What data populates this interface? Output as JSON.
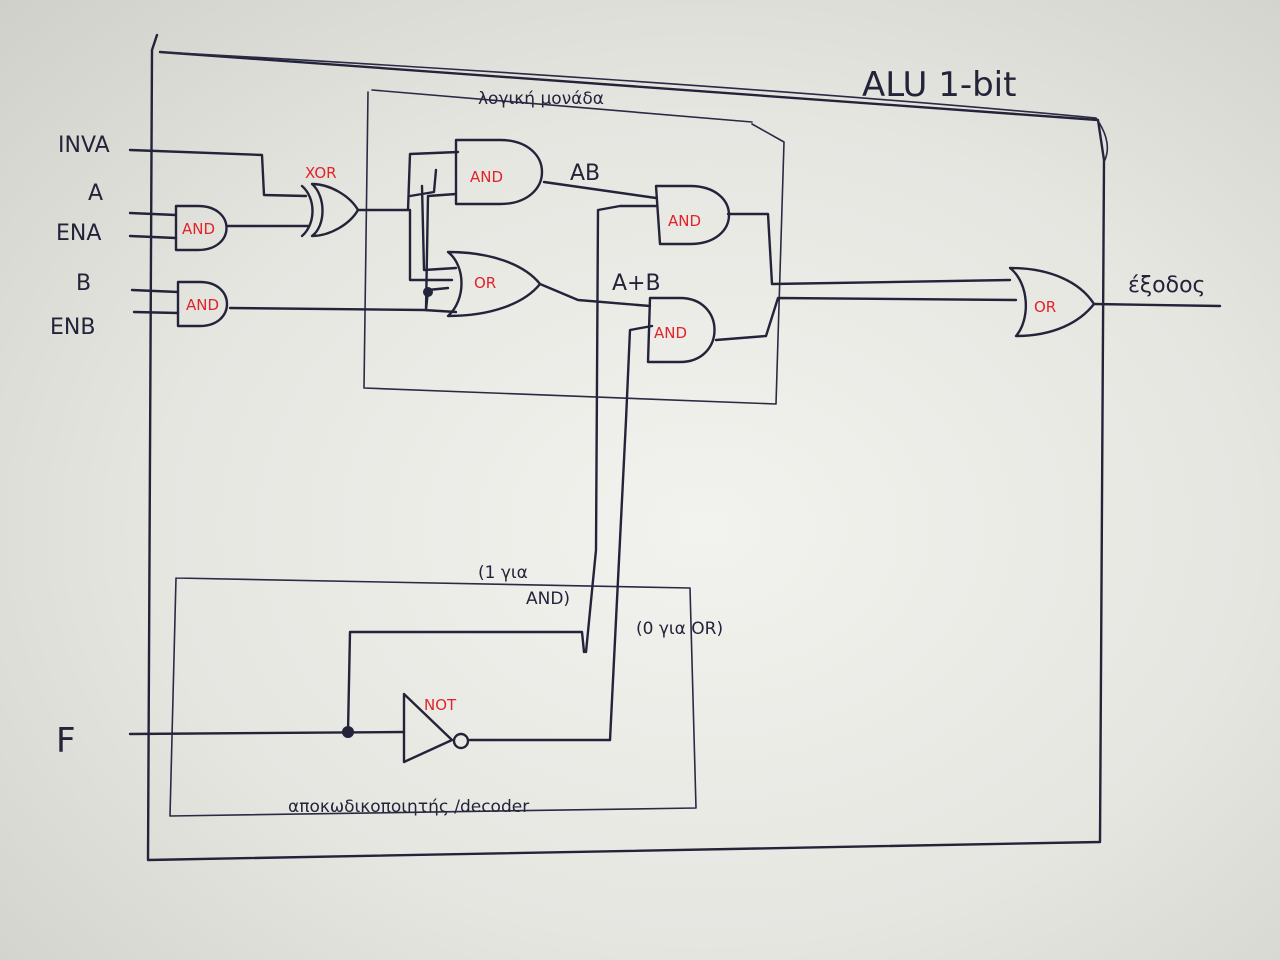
{
  "title": "ALU 1-bit",
  "inputs": {
    "inva": "INVA",
    "a": "A",
    "ena": "ENA",
    "b": "B",
    "enb": "ENB",
    "f": "F"
  },
  "gates": {
    "and_ena": "AND",
    "and_enb": "AND",
    "xor": "XOR",
    "and_logic": "AND",
    "or_logic": "OR",
    "and_sel_top": "AND",
    "and_sel_bottom": "AND",
    "or_out": "OR",
    "not": "NOT"
  },
  "signals": {
    "ab": "AB",
    "a_plus_b": "A+B"
  },
  "blocks": {
    "logic_unit": "λογική μονάδα",
    "decoder": "αποκωδικοποιητής /decoder"
  },
  "notes": {
    "one_for_and_line1": "(1 για",
    "one_for_and_line2": "AND)",
    "zero_for_or": "(0 για OR)"
  },
  "output": {
    "label": "έξοδος"
  },
  "colors": {
    "ink": "#23233a",
    "gate_label": "#e0242a",
    "paper": "#ececE7"
  }
}
